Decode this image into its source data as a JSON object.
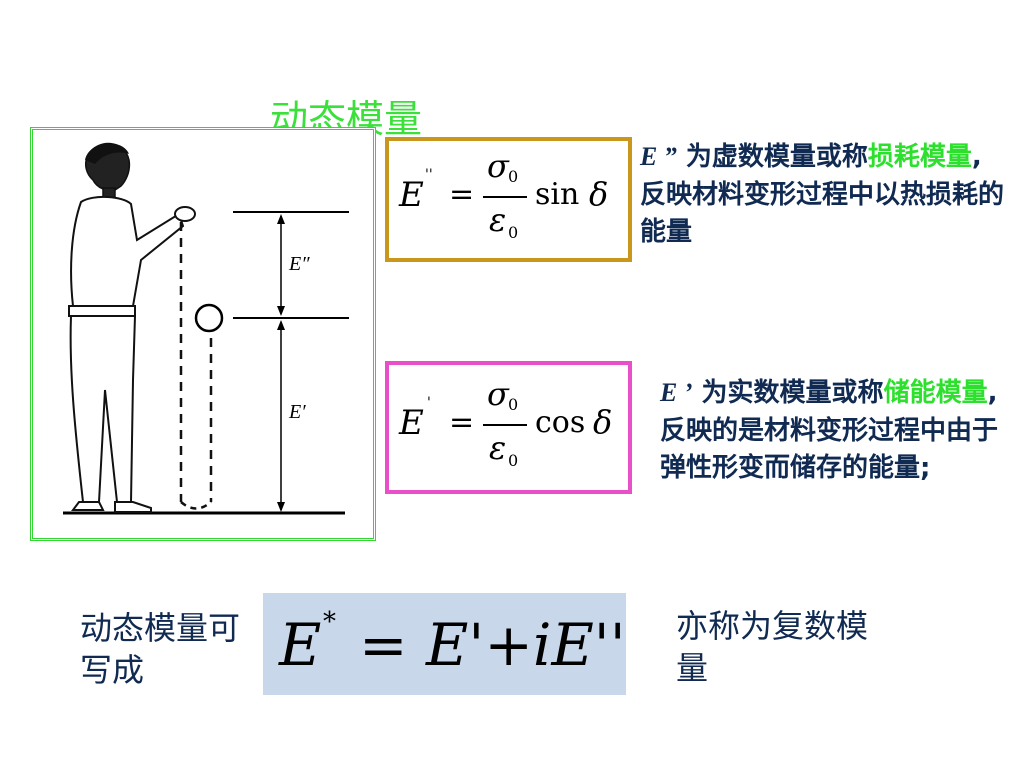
{
  "title": "动态模量",
  "illustration": {
    "label_top": "E″",
    "label_bottom": "E′"
  },
  "formula_loss": {
    "lhs": "E",
    "prime": "''",
    "eq": "=",
    "num": "σ",
    "num_sub": "0",
    "den": "ε",
    "den_sub": "0",
    "func": "sin",
    "arg": "δ"
  },
  "formula_storage": {
    "lhs": "E",
    "prime": "'",
    "eq": "=",
    "num": "σ",
    "num_sub": "0",
    "den": "ε",
    "den_sub": "0",
    "func": "cos",
    "arg": "δ"
  },
  "desc_loss": {
    "symbol": "E ”",
    "text1": " 为虚数模量或称",
    "highlight": "损耗模量",
    "text2": ", 反映材料变形过程中以热损耗的能量"
  },
  "desc_storage": {
    "symbol": "E ’",
    "text1": " 为实数模量或称",
    "highlight": "储能模量",
    "text2": ",反映的是材料变形过程中由于弹性形变而储存的能量;"
  },
  "bottom_left": "动态模量可写成",
  "complex_formula": {
    "lhs": "E",
    "star": "*",
    "rhs": "= E'+iE''"
  },
  "bottom_right": "亦称为复数模量",
  "colors": {
    "title": "#3be03b",
    "highlight": "#2ee02e",
    "text": "#102a52",
    "box_loss": "#c8971c",
    "box_storage": "#e84fc9",
    "illus_frame": "#33d633",
    "complex_bg": "#c8d8ea"
  }
}
